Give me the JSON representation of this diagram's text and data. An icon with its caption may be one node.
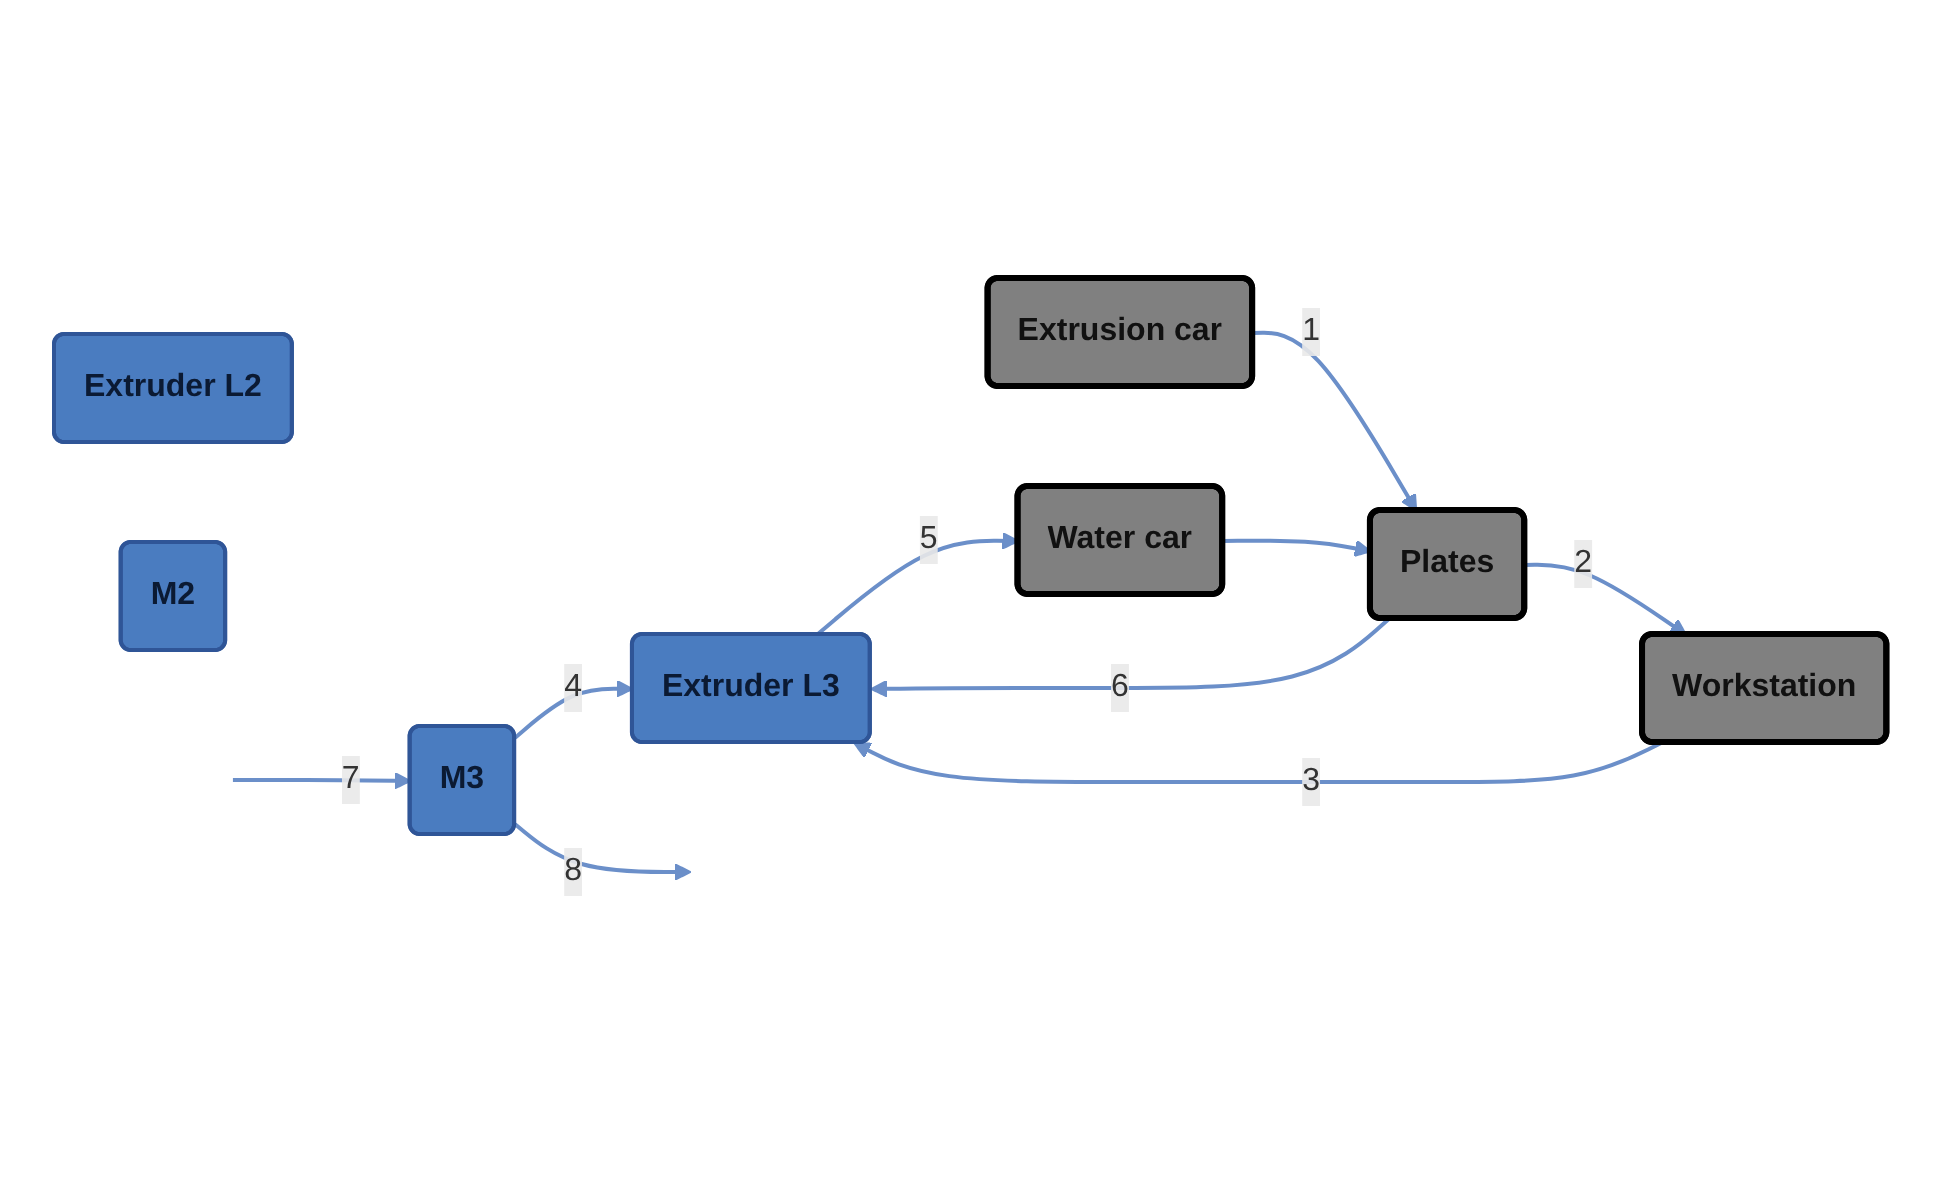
{
  "diagram": {
    "nodes": [
      {
        "text": [
          "Extruder L3"
        ]
      },
      {
        "text": [
          "M3"
        ]
      },
      {
        "text": [
          "Extrusion car"
        ]
      },
      {
        "text": [
          "Workstation"
        ]
      },
      {
        "text": [
          "Plates"
        ]
      },
      {
        "text": [
          "Water car"
        ]
      },
      {
        "text": [
          "Extruder L2"
        ]
      },
      {
        "text": [
          "M2"
        ]
      }
    ],
    "edges": [
      {
        "from": 2,
        "to": 4,
        "arrow": "to",
        "label": "1"
      },
      {
        "from": 4,
        "to": 3,
        "arrow": "to",
        "label": "2"
      },
      {
        "from": 3,
        "to": 0,
        "arrow": "to",
        "label": "3"
      },
      {
        "from": 1,
        "to": 0,
        "arrow": "to",
        "label": "4"
      },
      {
        "from": 0,
        "to": 5,
        "arrow": "to",
        "label": "5"
      },
      {
        "from": 4,
        "to": 0,
        "arrow": "to",
        "label": "6"
      },
      {
        "from": null,
        "to": 1,
        "arrow": "to",
        "label": "7"
      },
      {
        "from": 1,
        "to": null,
        "arrow": "to",
        "label": "8"
      },
      {
        "from": 5,
        "to": 4,
        "arrow": "to"
      }
    ]
  }
}
